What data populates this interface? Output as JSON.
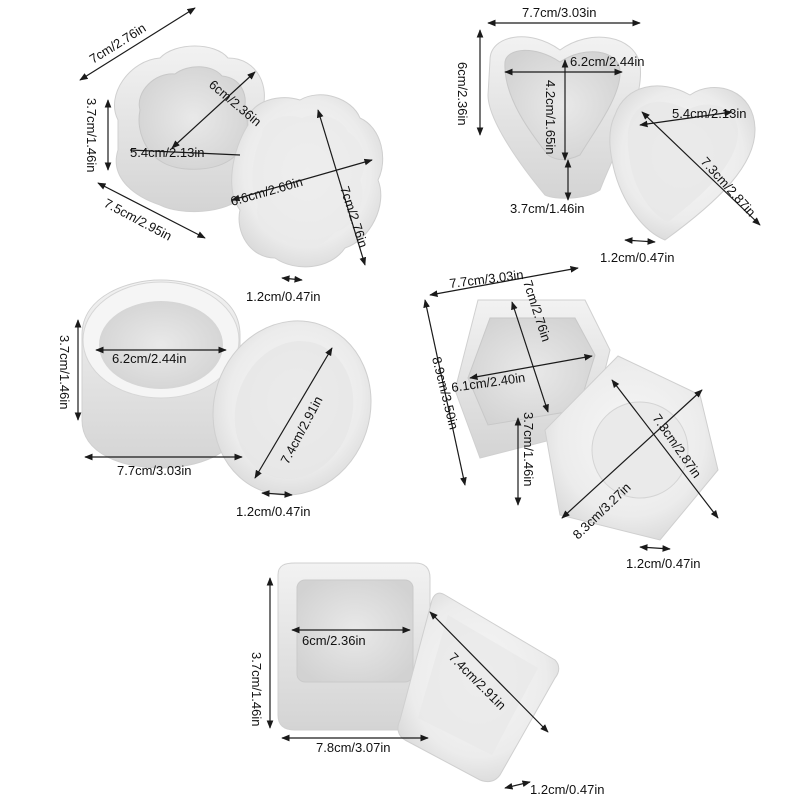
{
  "molds": {
    "flower": {
      "name": "flower-mold",
      "labels": {
        "diagonal_top": "7cm/2.76in",
        "height": "3.7cm/1.46in",
        "inner": "6cm/2.36in",
        "inner_width": "5.4cm/2.13in",
        "base_length": "7.5cm/2.95in",
        "lid_width": "6.6cm/2.60in",
        "lid_height": "7cm/2.76in",
        "lid_thickness": "1.2cm/0.47in"
      }
    },
    "heart": {
      "name": "heart-mold",
      "labels": {
        "top_width": "7.7cm/3.03in",
        "left_height": "6cm/2.36in",
        "inner_width": "6.2cm/2.44in",
        "inner_depth": "4.2cm/1.65in",
        "height": "3.7cm/1.46in",
        "lid_small": "5.4cm/2.13in",
        "lid_diag": "7.3cm/2.87in",
        "lid_thickness": "1.2cm/0.47in"
      }
    },
    "round": {
      "name": "round-mold",
      "labels": {
        "height": "3.7cm/1.46in",
        "inner": "6.2cm/2.44in",
        "outer": "7.7cm/3.03in",
        "lid_diag": "7.4cm/2.91in",
        "lid_thickness": "1.2cm/0.47in"
      }
    },
    "hexagon": {
      "name": "hexagon-mold",
      "labels": {
        "top_width": "7.7cm/3.03in",
        "left_height": "8.9cm/3.50in",
        "inner_side": "7cm/2.76in",
        "inner_width": "6.1cm/2.40in",
        "height": "3.7cm/1.46in",
        "lid_diag_a": "7.3cm/2.87in",
        "lid_diag_b": "8.3cm/3.27in",
        "lid_thickness": "1.2cm/0.47in"
      }
    },
    "square": {
      "name": "square-mold",
      "labels": {
        "inner": "6cm/2.36in",
        "height": "3.7cm/1.46in",
        "outer": "7.8cm/3.07in",
        "lid_diag": "7.4cm/2.91in",
        "lid_thickness": "1.2cm/0.47in"
      }
    }
  },
  "colors": {
    "background": "#ffffff",
    "silicone_light": "#f4f4f4",
    "silicone_mid": "#e2e2e2",
    "silicone_dark": "#cfcfcf",
    "inner_shadow": "#d6d6d6",
    "dimension_line": "#1a1a1a",
    "text": "#111111"
  }
}
